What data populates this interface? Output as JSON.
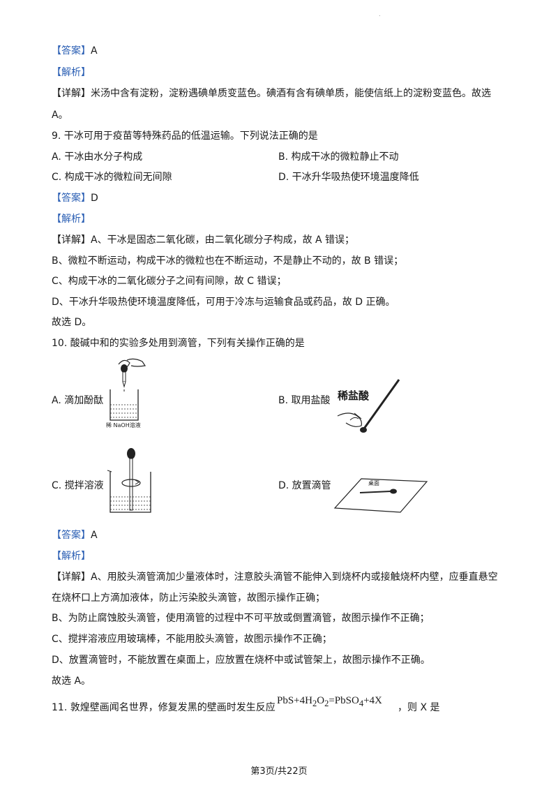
{
  "q8": {
    "answer_tag": "【答案】",
    "answer": "A",
    "analysis_tag": "【解析】",
    "detail_tag": "【详解】",
    "detail_line1": "米汤中含有淀粉，淀粉遇碘单质变蓝色。碘酒有含有碘单质，能使信纸上的淀粉变蓝色。故选",
    "detail_line2": "A。"
  },
  "q9": {
    "stem": "9. 干冰可用于疫苗等特殊药品的低温运输。下列说法正确的是",
    "options": {
      "A": "A. 干冰由水分子构成",
      "B": "B. 构成干冰的微粒静止不动",
      "C": "C. 构成干冰的微粒间无间隙",
      "D": "D. 干冰升华吸热使环境温度降低"
    },
    "answer_tag": "【答案】",
    "answer": "D",
    "analysis_tag": "【解析】",
    "detail_tag": "【详解】",
    "detail_lines": [
      "A、干冰是固态二氧化碳，由二氧化碳分子构成，故 A 错误；",
      "B、微粒不断运动，构成干冰的微粒也在不断运动，不是静止不动的，故 B 错误；",
      "C、构成干冰的二氧化碳分子之间有间隙，故 C 错误；",
      "D、干冰升华吸热使环境温度降低，可用于冷冻与运输食品或药品，故 D 正确。",
      "故选 D。"
    ]
  },
  "q10": {
    "stem": "10. 酸碱中和的实验多处用到滴管，下列有关操作正确的是",
    "options": {
      "A": "A. 滴加酚酞",
      "B": "B. 取用盐酸",
      "C": "C. 搅拌溶液",
      "D": "D. 放置滴管"
    },
    "fig_a_label": "稀 NaOH溶液",
    "fig_b_label": "稀盐酸",
    "fig_d_label": "桌面",
    "answer_tag": "【答案】",
    "answer": "A",
    "analysis_tag": "【解析】",
    "detail_tag": "【详解】",
    "detail_line1": "A、用胶头滴管滴加少量液体时，注意胶头滴管不能伸入到烧杯内或接触烧杯内壁，应垂直悬空",
    "detail_lines": [
      "在烧杯口上方滴加液体，防止污染胶头滴管，故图示操作正确；",
      "B、为防止腐蚀胶头滴管，使用滴管的过程中不可平放或倒置滴管，故图示操作不正确；",
      "C、搅拌溶液应用玻璃棒，不能用胶头滴管，故图示操作不正确；",
      "D、放置滴管时，不能放置在桌面上，应放置在烧杯中或试管架上，故图示操作不正确。",
      "故选 A。"
    ]
  },
  "q11": {
    "stem": "11. 敦煌壁画闻名世界，修复发黑的壁画时发生反应",
    "eq_part1": "PbS+4H",
    "eq_sub1": "2",
    "eq_part2": "O",
    "eq_sub2": "2",
    "eq_part3": "=PbSO",
    "eq_sub3": "4",
    "eq_part4": "+4X",
    "tail": "，则 X 是"
  },
  "footer": "第3页/共22页"
}
